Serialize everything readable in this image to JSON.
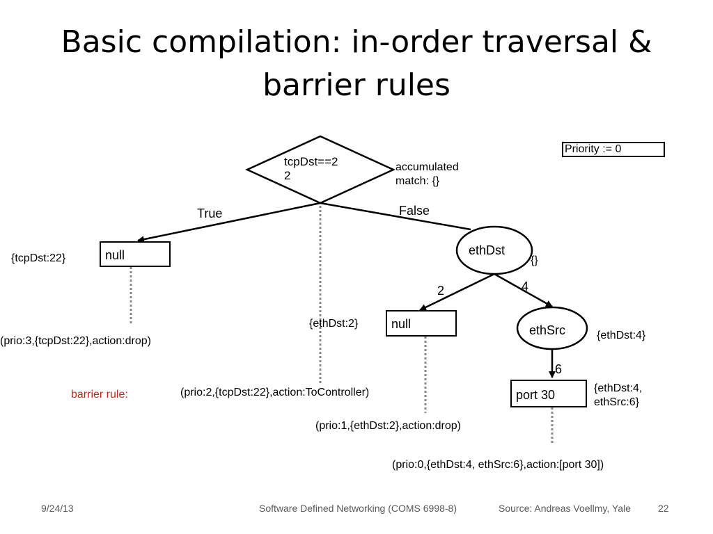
{
  "slide": {
    "title_line1": "Basic compilation: in-order traversal &",
    "title_line2": "barrier rules",
    "priority_label": "Priority := 0"
  },
  "tree": {
    "root": {
      "label_line1": "tcpDst==2",
      "label_line2": "2",
      "accumulated_line1": "accumulated",
      "accumulated_line2": "match: {}"
    },
    "edges": {
      "true_label": "True",
      "false_label": "False",
      "eth_2": "2",
      "eth_4": "4",
      "src_6": "6"
    },
    "nodes": {
      "null_left": "null",
      "ethdst": "ethDst",
      "null_mid": "null",
      "ethsrc": "ethSrc",
      "port": "port 30"
    },
    "matches": {
      "tcpdst22": "{tcpDst:22}",
      "empty": "{}",
      "ethdst2": "{ethDst:2}",
      "ethdst4": "{ethDst:4}",
      "ethdst4_src_line1": "{ethDst:4,",
      "ethdst4_src_line2": "ethSrc:6}"
    },
    "rules": {
      "rule_drop_tcp": "(prio:3,{tcpDst:22},action:drop)",
      "barrier_label": "barrier rule:",
      "rule_controller": "(prio:2,{tcpDst:22},action:ToController)",
      "rule_drop_eth": "(prio:1,{ethDst:2},action:drop)",
      "rule_port": "(prio:0,{ethDst:4, ethSrc:6},action:[port 30])"
    }
  },
  "footer": {
    "date": "9/24/13",
    "course": "Software Defined Networking (COMS 6998-8)",
    "source": "Source: Andreas Voellmy, Yale",
    "page": "22"
  },
  "colors": {
    "barrier_red": "#c0271c",
    "footer_gray": "#595959"
  }
}
